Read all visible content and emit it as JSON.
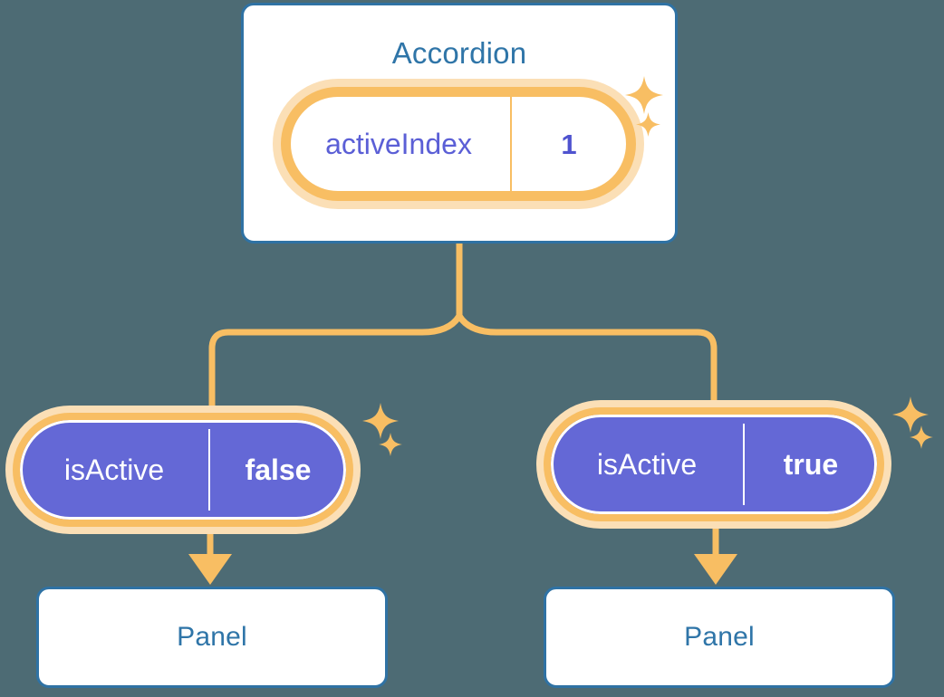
{
  "diagram": {
    "background_color": "#4d6b74",
    "accent_orange": "#f8be63",
    "accent_orange_soft": "#fbdfb6",
    "accent_blue": "#2f72a4",
    "accent_purple": "#6468d6",
    "title_color": "#2f75a8"
  },
  "root": {
    "title": "Accordion",
    "state": {
      "key": "activeIndex",
      "value": "1"
    }
  },
  "branches": [
    {
      "id": "left",
      "state": {
        "key": "isActive",
        "value": "false"
      },
      "child": {
        "title": "Panel"
      }
    },
    {
      "id": "right",
      "state": {
        "key": "isActive",
        "value": "true"
      },
      "child": {
        "title": "Panel"
      }
    }
  ],
  "icons": {
    "sparkle_large": "sparkle-four-point-large",
    "sparkle_small": "sparkle-four-point-small",
    "arrow": "arrow-down"
  }
}
